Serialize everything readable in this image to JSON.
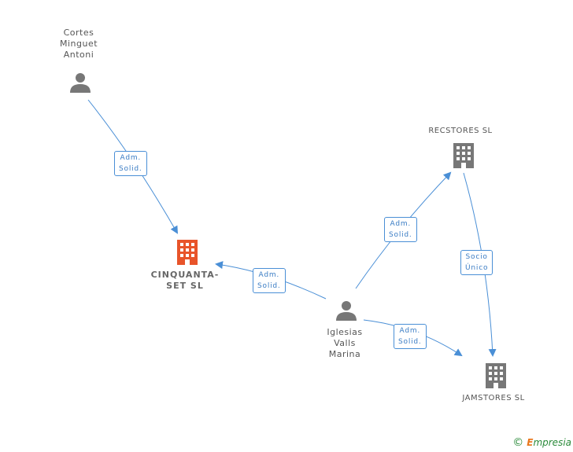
{
  "colors": {
    "edge": "#4a8fd6",
    "person": "#777777",
    "company": "#777777",
    "main_company": "#e8542a"
  },
  "nodes": {
    "cortes": {
      "label": "Cortes\nMinguet\nAntoni",
      "icon": "person-icon"
    },
    "cinquanta": {
      "label": "CINQUANTA-\nSET SL",
      "icon": "building-icon"
    },
    "iglesias": {
      "label": "Iglesias\nValls\nMarina",
      "icon": "person-icon"
    },
    "recstores": {
      "label": "RECSTORES SL",
      "icon": "building-icon"
    },
    "jamstores": {
      "label": "JAMSTORES SL",
      "icon": "building-icon"
    }
  },
  "edges": {
    "cortes_cinquanta": "Adm.\nSolid.",
    "iglesias_cinquanta": "Adm.\nSolid.",
    "iglesias_recstores": "Adm.\nSolid.",
    "iglesias_jamstores": "Adm.\nSolid.",
    "recstores_jamstores": "Socio\nÚnico"
  },
  "footer": {
    "copyright": "©",
    "brand_initial": "E",
    "brand_rest": "mpresia"
  }
}
